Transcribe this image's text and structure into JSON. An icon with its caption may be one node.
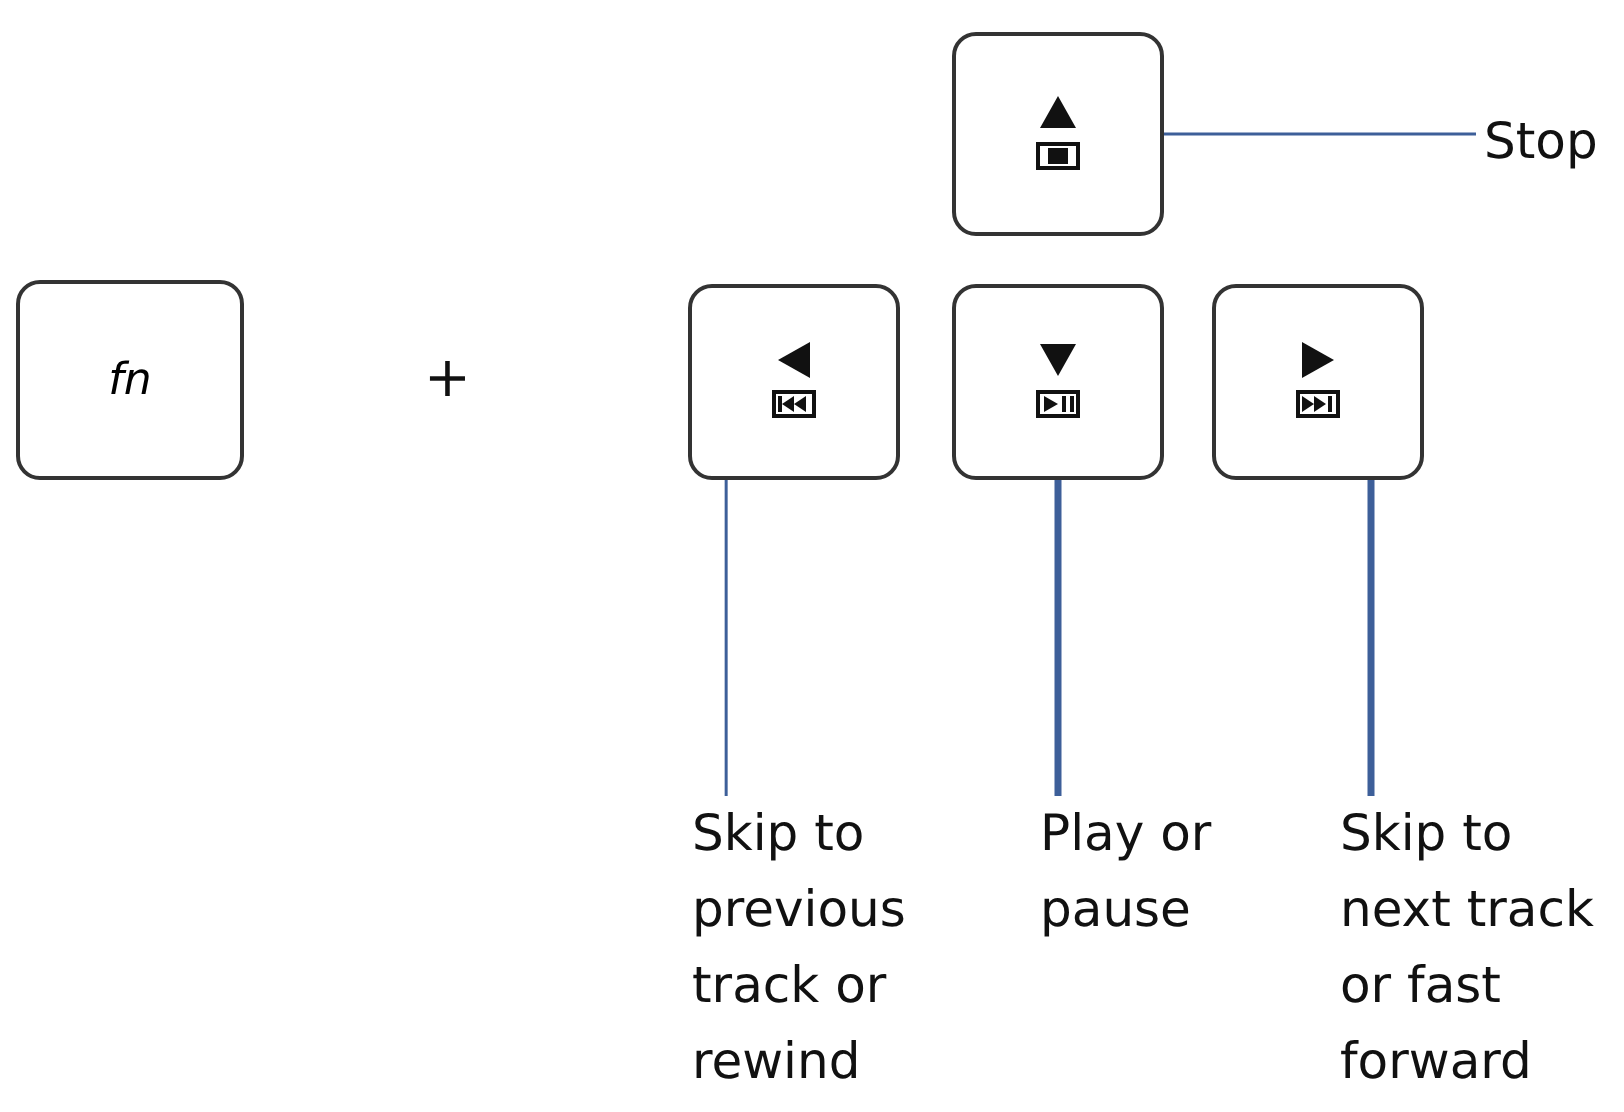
{
  "diagram": {
    "nodes": [
      {
        "text": [
          "fn"
        ]
      },
      {
        "text": [],
        "shape": "box"
      },
      {
        "text": [],
        "shape": "box"
      },
      {
        "text": [],
        "shape": "box"
      },
      {
        "text": [],
        "shape": "box"
      },
      {
        "text": [
          "Stop"
        ]
      },
      {
        "text": [
          "Skip to previous track or rewind"
        ]
      },
      {
        "text": [
          "Play or pause"
        ]
      },
      {
        "text": [
          "Skip to next track or fast forward"
        ]
      }
    ],
    "edges": [
      {
        "from": 5,
        "to": 1,
        "arrow": "none"
      },
      {
        "from": 6,
        "to": 2,
        "arrow": "none"
      },
      {
        "from": 7,
        "to": 3,
        "arrow": "none",
        "style": "thick"
      },
      {
        "from": 8,
        "to": 4,
        "arrow": "none",
        "style": "thick"
      }
    ],
    "labels": [
      "+"
    ]
  }
}
